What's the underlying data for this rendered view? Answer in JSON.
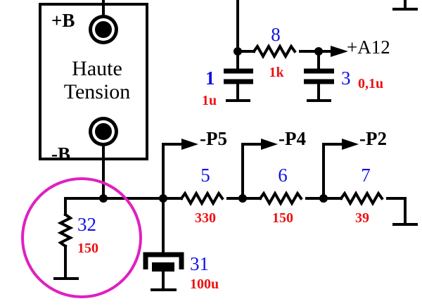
{
  "power_supply": {
    "title_line1": "Haute",
    "title_line2": "Tension",
    "plus_terminal": "+B",
    "minus_terminal": "-B"
  },
  "outputs": {
    "a12": "+A12",
    "p5": "-P5",
    "p4": "-P4",
    "p2": "-P2"
  },
  "components": {
    "c1": {
      "ref": "1",
      "value": "1u"
    },
    "r8": {
      "ref": "8",
      "value": "1k"
    },
    "c3": {
      "ref": "3",
      "value": "0,1u"
    },
    "r5": {
      "ref": "5",
      "value": "330"
    },
    "r6": {
      "ref": "6",
      "value": "150"
    },
    "r7": {
      "ref": "7",
      "value": "39"
    },
    "r32": {
      "ref": "32",
      "value": "150"
    },
    "c31": {
      "ref": "31",
      "value": "100u"
    }
  },
  "highlight": {
    "target": "r32",
    "color": "#e020c0"
  },
  "colors": {
    "ref": "#1010e8",
    "value": "#ee1111",
    "wire": "#000000"
  }
}
